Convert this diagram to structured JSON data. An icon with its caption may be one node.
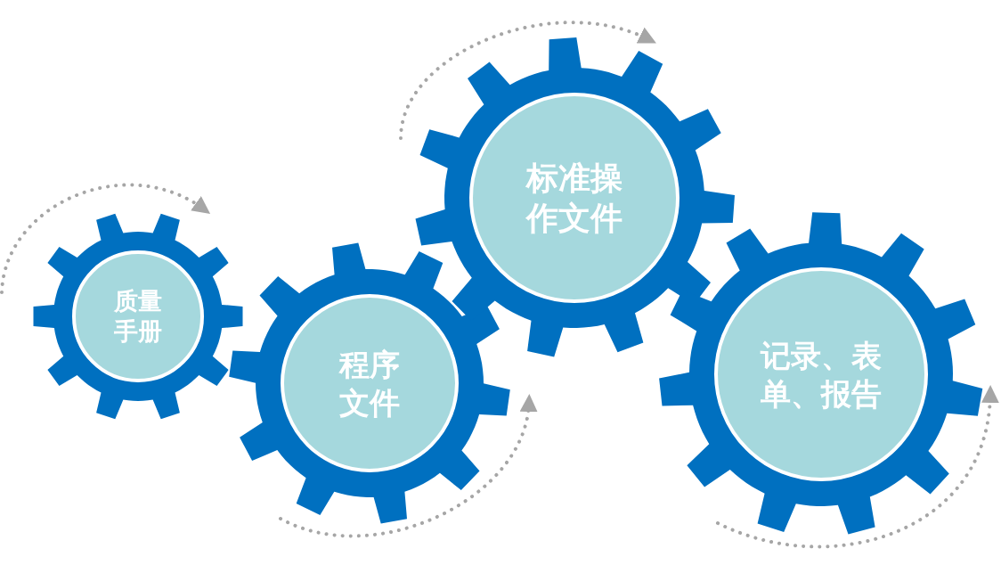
{
  "diagram": {
    "nodes": [
      {
        "text": [
          "质量手册"
        ]
      },
      {
        "text": [
          "程序文件"
        ]
      },
      {
        "text": [
          "标准操作文件"
        ]
      },
      {
        "text": [
          "记录、表单、报告"
        ]
      }
    ]
  }
}
